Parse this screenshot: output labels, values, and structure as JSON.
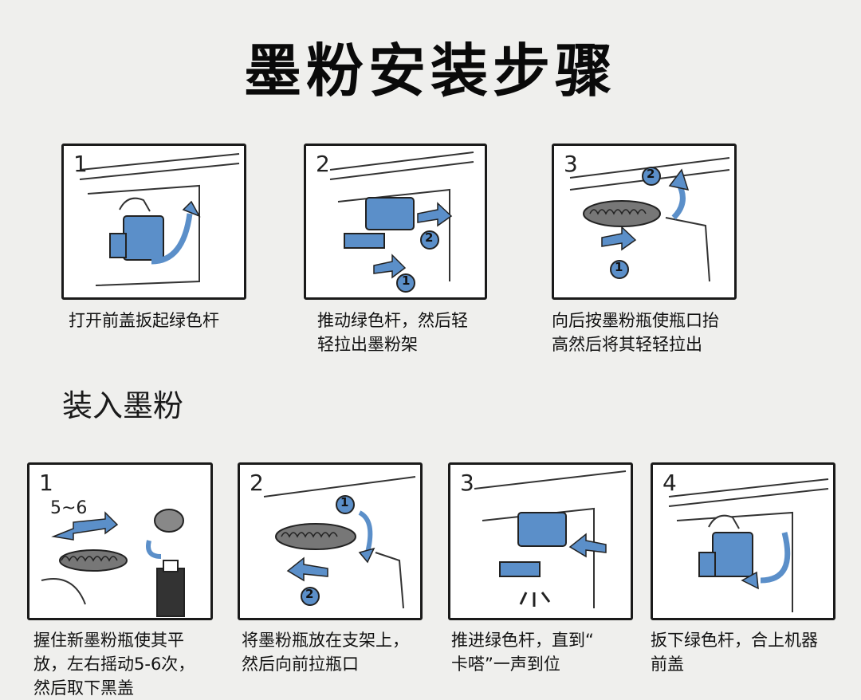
{
  "title": "墨粉安装步骤",
  "section_title": "装入墨粉",
  "remove_steps": [
    {
      "number": "1",
      "caption_lines": [
        "打开前盖扳起绿色杆"
      ]
    },
    {
      "number": "2",
      "caption_lines": [
        "推动绿色杆，然后轻",
        "轻拉出墨粉架"
      ]
    },
    {
      "number": "3",
      "caption_lines": [
        "向后按墨粉瓶使瓶口抬",
        "高然后将其轻轻拉出"
      ]
    }
  ],
  "install_steps": [
    {
      "number": "1",
      "sub_label": "5~6",
      "caption_lines": [
        "握住新墨粉瓶使其平",
        "放，左右摇动5-6次，",
        "然后取下黑盖"
      ]
    },
    {
      "number": "2",
      "caption_lines": [
        "将墨粉瓶放在支架上，",
        "然后向前拉瓶口"
      ]
    },
    {
      "number": "3",
      "caption_lines": [
        "推进绿色杆，直到“",
        "卡嗒”一声到位"
      ]
    },
    {
      "number": "4",
      "caption_lines": [
        "扳下绿色杆，合上机器",
        "前盖"
      ]
    }
  ],
  "markers": {
    "one": "1",
    "two": "2"
  },
  "colors": {
    "accent": "#5b8fc9",
    "outline": "#1a1a1a",
    "panel_bg": "#ffffff",
    "page_bg": "#efefed"
  }
}
